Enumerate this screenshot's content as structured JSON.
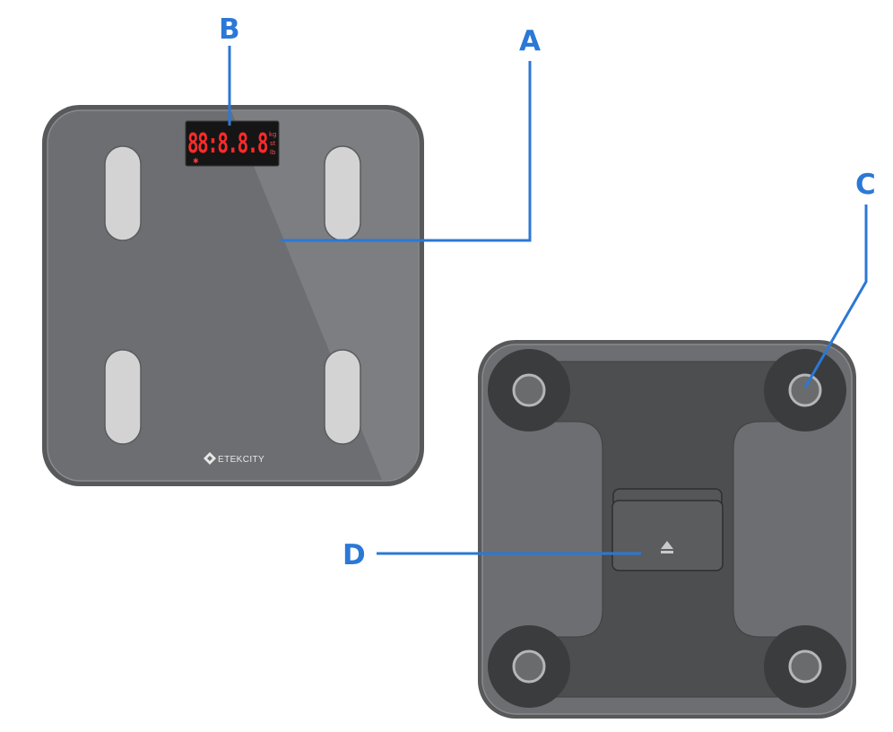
{
  "callouts": {
    "a": "A",
    "b": "B",
    "c": "C",
    "d": "D"
  },
  "display": {
    "digits": "88:8.8.8",
    "units": [
      "kg",
      "st",
      "lb"
    ]
  },
  "brand": {
    "name": "ETEKCITY",
    "logo_icon": "etekcity-diamond-logo"
  },
  "colors": {
    "callout": "#2b78d6",
    "scale_body": "#6d6e71",
    "scale_rim": "#58595b",
    "electrode": "#d3d3d4",
    "display_red": "#ff2a2a"
  }
}
